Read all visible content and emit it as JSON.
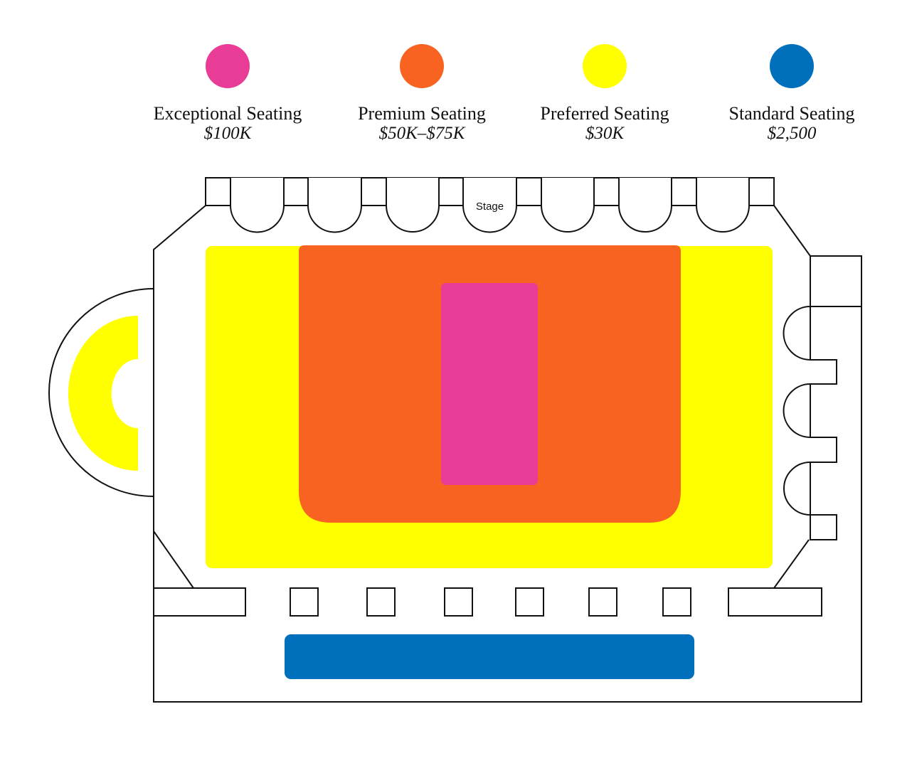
{
  "legend": [
    {
      "name": "Exceptional Seating",
      "price": "$100K",
      "color": "#E83C96"
    },
    {
      "name": "Premium Seating",
      "price": "$50K–$75K",
      "color": "#F96321"
    },
    {
      "name": "Preferred Seating",
      "price": "$30K",
      "color": "#FFFF00"
    },
    {
      "name": "Standard Seating",
      "price": "$2,500",
      "color": "#0070BD"
    }
  ],
  "map": {
    "stage_label": "Stage"
  }
}
